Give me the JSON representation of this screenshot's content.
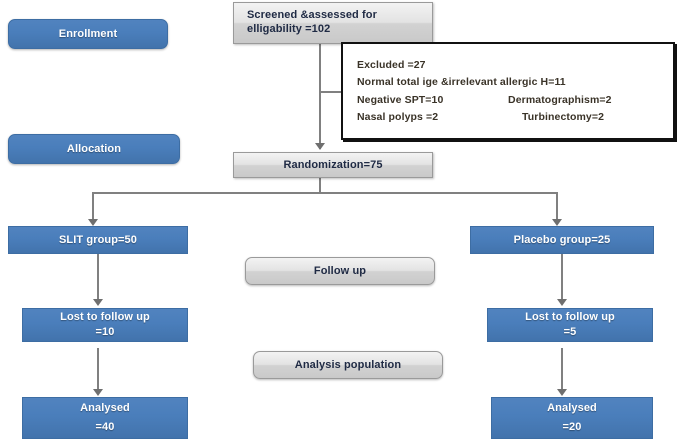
{
  "diagram": {
    "title": "CONSORT participant flow diagram",
    "colors": {
      "stage_blue": "#4a7ebb",
      "stage_blue_border": "#3d6da3",
      "silver_box": "#e3e3e3",
      "silver_border": "#9a9a9a",
      "connector": "#808080",
      "frame_black": "#111111",
      "background": "#ffffff"
    }
  },
  "stage_labels": {
    "enrollment": "Enrollment",
    "allocation": "Allocation",
    "follow_up": "Follow up",
    "analysis_population": "Analysis population"
  },
  "nodes": {
    "screened": {
      "line1": "Screened &assessed for",
      "line2": "elligability =102"
    },
    "excluded": {
      "row1_left": "Excluded =27",
      "row1_right": "",
      "row2_left": "Normal total ige &irrelevant allergic H=11",
      "row2_right": "",
      "row3_left": "Negative SPT=10",
      "row3_right": "Dermatographism=2",
      "row4_left": "Nasal polyps =2",
      "row4_right": "Turbinectomy=2"
    },
    "randomization": {
      "label": "Randomization=75"
    },
    "slit_group": {
      "label": "SLIT group=50"
    },
    "placebo_group": {
      "label": "Placebo group=25"
    },
    "lost_left": {
      "line1": "Lost to follow up",
      "line2": "=10"
    },
    "lost_right": {
      "line1": "Lost to follow up",
      "line2": "=5"
    },
    "analysed_left": {
      "line1": "Analysed",
      "line2": "=40"
    },
    "analysed_right": {
      "line1": "Analysed",
      "line2": "=20"
    }
  },
  "chart_data": {
    "type": "diagram",
    "title": "CONSORT flow diagram of study participants",
    "stages": [
      "Enrollment",
      "Allocation",
      "Follow up",
      "Analysis population"
    ],
    "flow": [
      {
        "node": "Screened & assessed for eligibility",
        "n": 102
      },
      {
        "node": "Excluded",
        "n": 27,
        "reasons": [
          {
            "reason": "Normal total IgE & irrelevant allergic H",
            "n": 11
          },
          {
            "reason": "Negative SPT",
            "n": 10
          },
          {
            "reason": "Dermatographism",
            "n": 2
          },
          {
            "reason": "Nasal polyps",
            "n": 2
          },
          {
            "reason": "Turbinectomy",
            "n": 2
          }
        ]
      },
      {
        "node": "Randomization",
        "n": 75
      },
      {
        "node": "SLIT group",
        "n": 50,
        "arm": "intervention"
      },
      {
        "node": "Placebo group",
        "n": 25,
        "arm": "control"
      },
      {
        "node": "Lost to follow up (SLIT)",
        "n": 10,
        "arm": "intervention"
      },
      {
        "node": "Lost to follow up (Placebo)",
        "n": 5,
        "arm": "control"
      },
      {
        "node": "Analysed (SLIT)",
        "n": 40,
        "arm": "intervention"
      },
      {
        "node": "Analysed (Placebo)",
        "n": 20,
        "arm": "control"
      }
    ]
  }
}
